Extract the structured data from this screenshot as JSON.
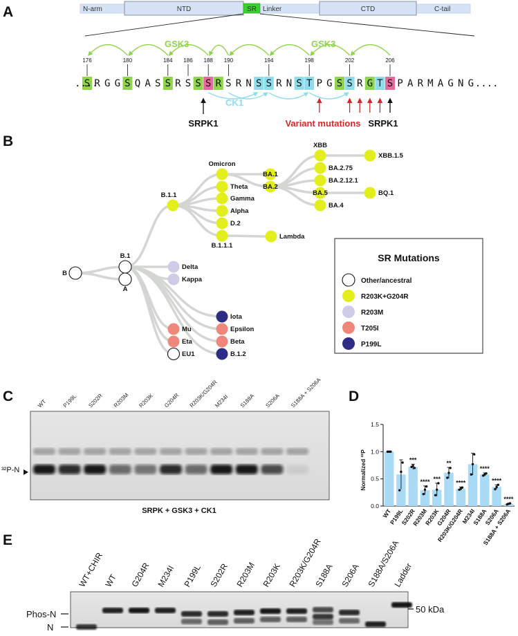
{
  "panels": {
    "a": "A",
    "b": "B",
    "c": "C",
    "d": "D",
    "e": "E"
  },
  "domains": [
    "N-arm",
    "NTD",
    "SR",
    "Linker",
    "CTD",
    "C-tail"
  ],
  "seq_prefix": "....",
  "seq_suffix": "....",
  "sequence": "SRGGSQASSRSSSRSRNSSRNSTPGSSRGTSPARMAGNG",
  "residue_numbers": [
    "176",
    "180",
    "184",
    "186",
    "188",
    "190",
    "194",
    "198",
    "202",
    "206"
  ],
  "kinases": {
    "gsk3_left": "GSK3",
    "gsk3_right": "GSK3",
    "ck1": "CK1",
    "srpk1_left": "SRPK1",
    "srpk1_right": "SRPK1",
    "variant": "Variant mutations"
  },
  "colors": {
    "gsk3": "#8fd44a",
    "ck1": "#8fdcec",
    "srpk1": "#e36a9c",
    "variant": "#d6262b",
    "lineage": "#d4d6d3",
    "lime": "#e3ef1c",
    "lavender": "#cfcce8",
    "salmon": "#f0877b",
    "navy": "#2e2c84",
    "bar": "#a9daf6",
    "domain_fill": "#d6e3f7",
    "domain_line": "#c5d5ee"
  },
  "lineages": {
    "B": "B",
    "B1": "B.1",
    "A": "A",
    "B11": "B.1.1",
    "Omicron": "Omicron",
    "Theta": "Theta",
    "Gamma": "Gamma",
    "Alpha": "Alpha",
    "D2": "D.2",
    "B111": "B.1.1.1",
    "Lambda": "Lambda",
    "BA1": "BA.1",
    "BA2": "BA.2",
    "XBB": "XBB",
    "XBB15": "XBB.1.5",
    "BA275": "BA.2.75",
    "BA2121": "BA.2.12.1",
    "BA5": "BA.5",
    "BQ1": "BQ.1",
    "BA4": "BA.4",
    "Delta": "Delta",
    "Kappa": "Kappa",
    "Iota": "Iota",
    "Epsilon": "Epsilon",
    "Beta": "Beta",
    "B12": "B.1.2",
    "Mu": "Mu",
    "Eta": "Eta",
    "EU1": "EU1"
  },
  "legend": {
    "title": "SR Mutations",
    "items": [
      {
        "label": "Other/ancestral",
        "color": "#ffffff"
      },
      {
        "label": "R203K+G204R",
        "color": "#e3ef1c"
      },
      {
        "label": "R203M",
        "color": "#cfcce8"
      },
      {
        "label": "T205I",
        "color": "#f0877b"
      },
      {
        "label": "P199L",
        "color": "#2e2c84"
      }
    ]
  },
  "gel_c": {
    "lanes": [
      "WT",
      "P199L",
      "S202R",
      "R203M",
      "R203K",
      "G204R",
      "R203K/G204R",
      "M234I",
      "S188A",
      "S206A",
      "S188A + S206A"
    ],
    "band_label": "³²P-N",
    "caption": "SRPK + GSK3 + CK1"
  },
  "chart_data": {
    "type": "bar",
    "categories": [
      "WT",
      "P199L",
      "S202R",
      "R203M",
      "R203K",
      "G204R",
      "R203K/G204R",
      "M234I",
      "S188A",
      "S206A",
      "S188A + S206A"
    ],
    "values": [
      1.0,
      0.58,
      0.72,
      0.29,
      0.3,
      0.61,
      0.32,
      0.77,
      0.58,
      0.35,
      0.04
    ],
    "errors": [
      0.0,
      0.27,
      0.05,
      0.08,
      0.12,
      0.1,
      0.03,
      0.2,
      0.03,
      0.04,
      0.01
    ],
    "points": [
      [
        1.0,
        1.0,
        1.0
      ],
      [
        0.29,
        0.63,
        0.8
      ],
      [
        0.72,
        0.74,
        0.7
      ],
      [
        0.22,
        0.3,
        0.36
      ],
      [
        0.2,
        0.3,
        0.42
      ],
      [
        0.52,
        0.61,
        0.7
      ],
      [
        0.3,
        0.32,
        0.34
      ],
      [
        0.58,
        0.77,
        0.95
      ],
      [
        0.56,
        0.58,
        0.6
      ],
      [
        0.31,
        0.35,
        0.39
      ],
      [
        0.03,
        0.04,
        0.05
      ]
    ],
    "significance": [
      "",
      "",
      "***",
      "****",
      "***",
      "**",
      "****",
      "",
      "****",
      "****",
      "****"
    ],
    "ylabel": "Normalized ³²P",
    "yticks": [
      "0.0",
      "0.5",
      "1.0",
      "1.5"
    ],
    "ylim": [
      0,
      1.5
    ]
  },
  "gel_e": {
    "lanes": [
      "WT+CHIR",
      "WT",
      "G204R",
      "M234I",
      "P199L",
      "S202R",
      "R203M",
      "R203K",
      "R203K/G204R",
      "S188A",
      "S206A",
      "S188A/S206A",
      "Ladder"
    ],
    "phos_label": "Phos-N",
    "n_label": "N",
    "marker": "50 kDa"
  }
}
